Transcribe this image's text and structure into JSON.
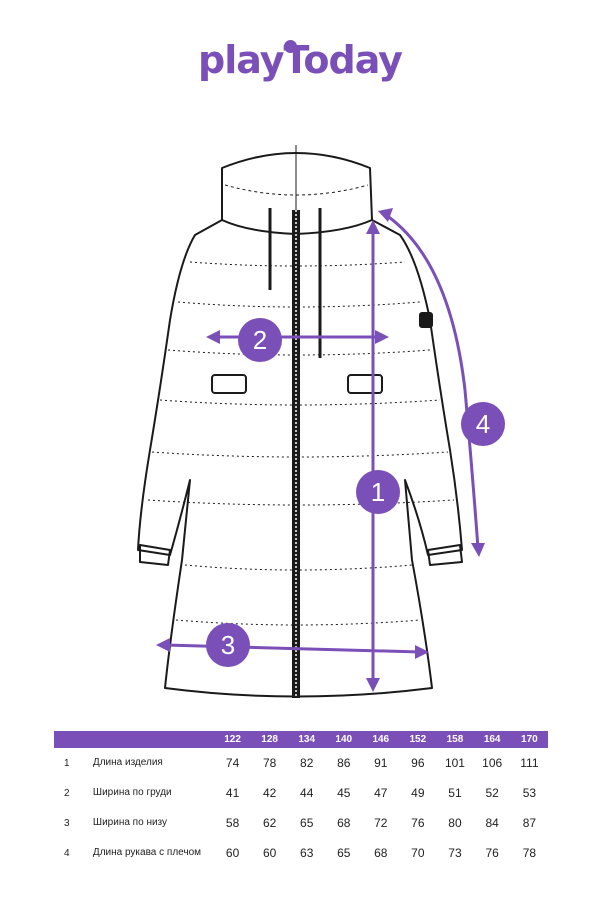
{
  "brand": {
    "logo_text": "playToday",
    "accent_color": "#7b4fb8"
  },
  "markers": [
    "1",
    "2",
    "3",
    "4"
  ],
  "table": {
    "sizes": [
      "122",
      "128",
      "134",
      "140",
      "146",
      "152",
      "158",
      "164",
      "170"
    ],
    "rows": [
      {
        "num": "1",
        "label": "Длина изделия",
        "values": [
          "74",
          "78",
          "82",
          "86",
          "91",
          "96",
          "101",
          "106",
          "111"
        ]
      },
      {
        "num": "2",
        "label": "Ширина по груди",
        "values": [
          "41",
          "42",
          "44",
          "45",
          "47",
          "49",
          "51",
          "52",
          "53"
        ]
      },
      {
        "num": "3",
        "label": "Ширина по низу",
        "values": [
          "58",
          "62",
          "65",
          "68",
          "72",
          "76",
          "80",
          "84",
          "87"
        ]
      },
      {
        "num": "4",
        "label": "Длина рукава с плечом",
        "values": [
          "60",
          "60",
          "63",
          "65",
          "68",
          "70",
          "73",
          "76",
          "78"
        ]
      }
    ]
  }
}
